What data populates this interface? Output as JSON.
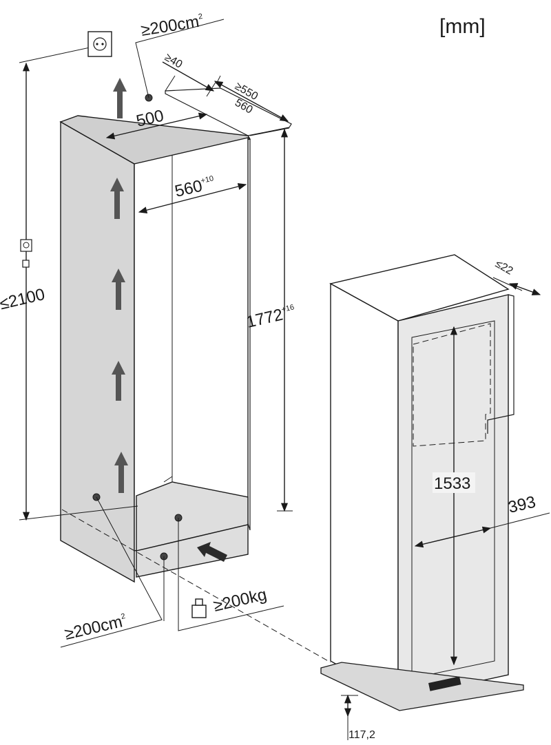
{
  "units": "[mm]",
  "niche": {
    "vent_top": "≥200cm",
    "vent_top_sup": "2",
    "gap_top": "≥40",
    "depth_min": "≥550",
    "depth_alt": "560",
    "top_width": "500",
    "inner_width": "560",
    "inner_width_sup": "+10",
    "niche_height": "1772",
    "niche_height_sup": "+16",
    "total_height": "≤2100",
    "vent_bottom": "≥200cm",
    "vent_bottom_sup": "2",
    "floor_load": "≥200kg"
  },
  "appliance": {
    "door_gap": "≤22",
    "door_height": "1533",
    "door_width": "393",
    "plinth_height": "117,2"
  },
  "icons": [
    "power-socket-icon",
    "plug-icon",
    "weight-icon",
    "ventilation-arrow-icon"
  ]
}
